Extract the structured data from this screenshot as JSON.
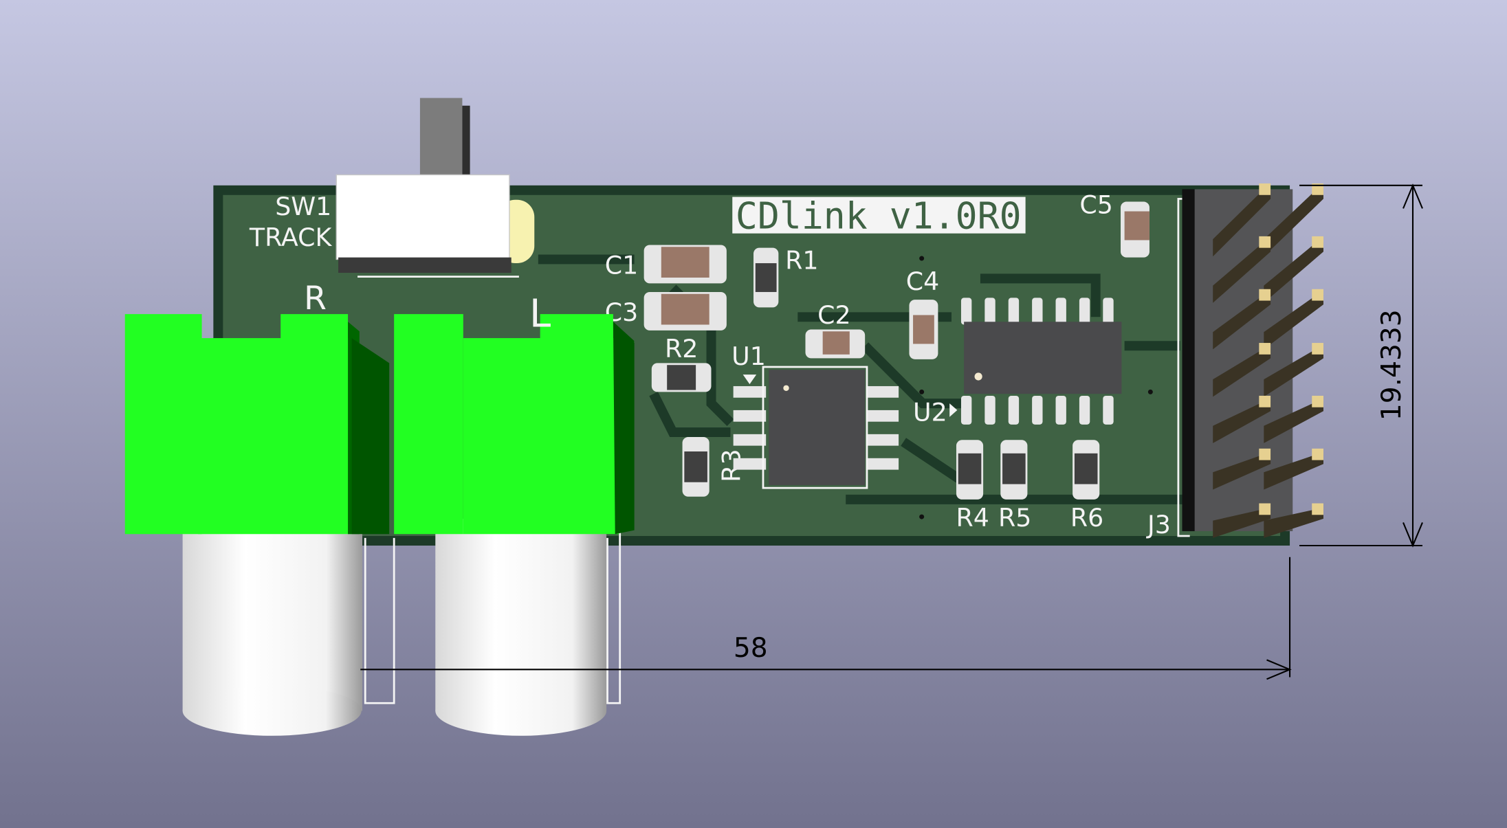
{
  "viewer": {
    "background_top": "#c5c7e2",
    "background_bottom": "#72728e",
    "board_color": "#3f6244",
    "board_edge_color": "#1d3a28",
    "jack_color": "#22ff22"
  },
  "board": {
    "title": "CDlink v1.0R0",
    "labels": {
      "sw1": "SW1",
      "track": "TRACK",
      "right": "R",
      "left": "L",
      "c1": "C1",
      "c2": "C2",
      "c3": "C3",
      "c4": "C4",
      "c5": "C5",
      "r1": "R1",
      "r2": "R2",
      "r3": "R3",
      "r4": "R4",
      "r5": "R5",
      "r6": "R6",
      "u1": "U1",
      "u2": "U2",
      "j3": "J3"
    }
  },
  "dimensions": {
    "width": "58",
    "height": "19.4333"
  }
}
